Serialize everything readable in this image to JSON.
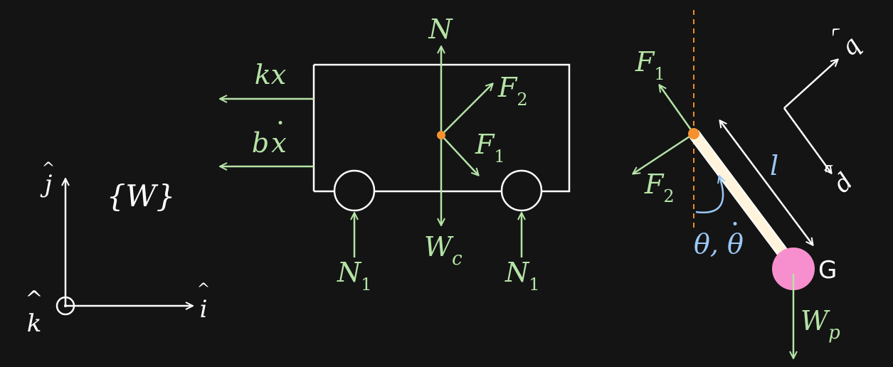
{
  "colors": {
    "background": "#141414",
    "white": "#ffffff",
    "force_green": "#b5e3a6",
    "orange_dashed": "#f08c2a",
    "pivot_orange": "#f5922e",
    "pendulum_rod": "#fff3dc",
    "bob_pink": "#f78fcf",
    "angle_blue": "#9bc8f5"
  },
  "frame": {
    "name": "{W}",
    "i_hat": "i",
    "j_hat": "j",
    "k_hat": "k",
    "hat": "^"
  },
  "cart": {
    "normal_force": "N",
    "spring_force": "kx",
    "damping_force_b": "b",
    "damping_force_x": "x",
    "dot": "·",
    "force_2": "F",
    "force_2_sub": "2",
    "force_1": "F",
    "force_1_sub": "1",
    "weight": "W",
    "weight_sub": "c",
    "wheel_normal_left": "N",
    "wheel_normal_left_sub": "1",
    "wheel_normal_right": "N",
    "wheel_normal_right_sub": "1"
  },
  "pendulum": {
    "force_1": "F",
    "force_1_sub": "1",
    "force_2": "F",
    "force_2_sub": "2",
    "length": "l",
    "angle_label": "θ, θ",
    "angle_dot": "·",
    "center_of_mass": "G",
    "weight": "W",
    "weight_sub": "p"
  },
  "body_frame": {
    "q_hat": "q",
    "d_hat": "d",
    "hat": "^"
  }
}
